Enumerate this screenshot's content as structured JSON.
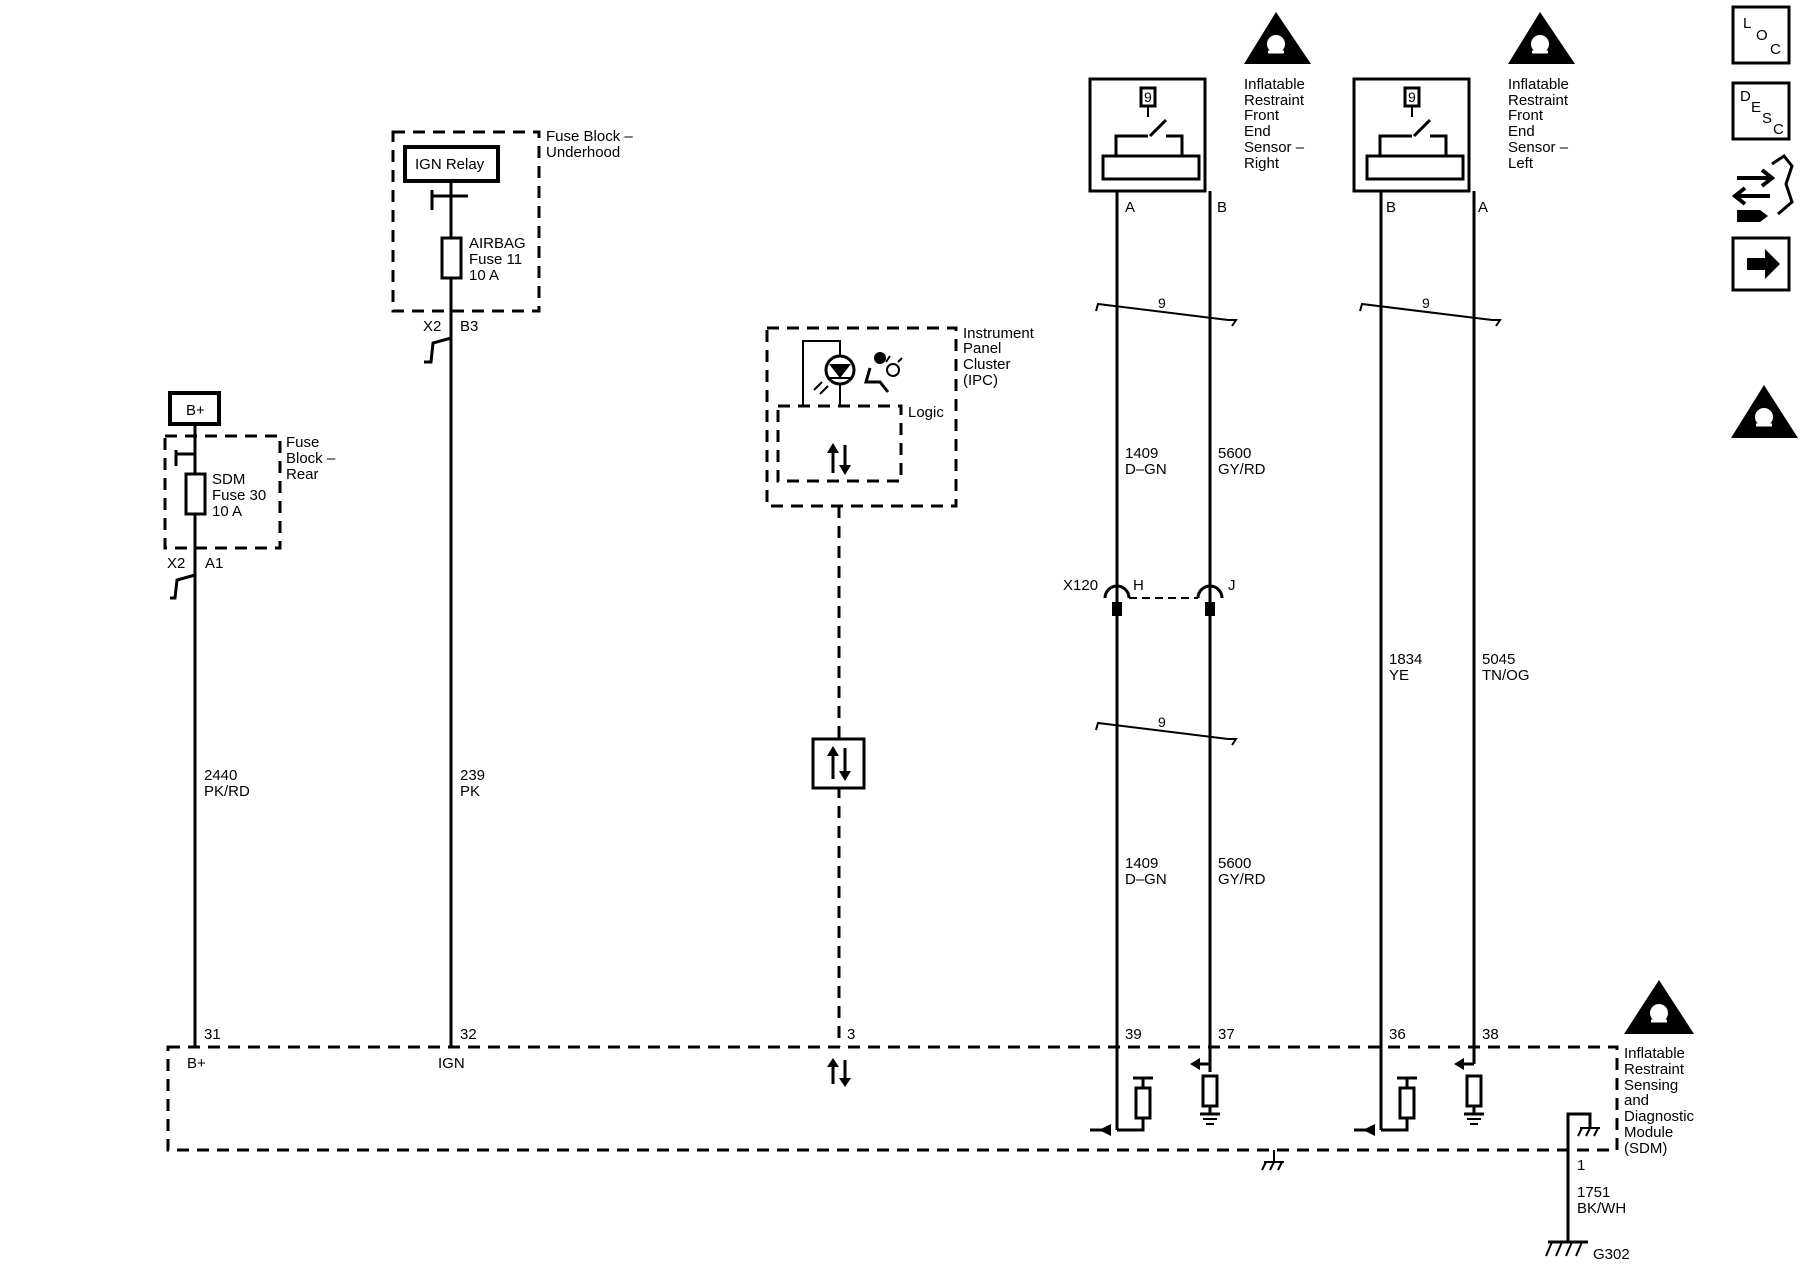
{
  "supplies": {
    "bplus": "B+",
    "ign_relay": "IGN Relay"
  },
  "fuse_block_rear": {
    "name": [
      "Fuse",
      "Block –",
      "Rear"
    ],
    "fuse": [
      "SDM",
      "Fuse 30",
      "10 A"
    ],
    "connector": "X2",
    "pin": "A1"
  },
  "fuse_block_underhood": {
    "name": [
      "Fuse Block –",
      "Underhood"
    ],
    "fuse": [
      "AIRBAG",
      "Fuse 11",
      "10 A"
    ],
    "connector": "X2",
    "pin": "B3"
  },
  "ipc": {
    "name": [
      "Instrument",
      "Panel",
      "Cluster",
      "(IPC)"
    ],
    "logic": "Logic"
  },
  "sensor_right": {
    "name": [
      "Inflatable",
      "Restraint",
      "Front",
      "End",
      "Sensor –",
      "Right"
    ],
    "badge": "9",
    "pin_a": "A",
    "pin_b": "B"
  },
  "sensor_left": {
    "name": [
      "Inflatable",
      "Restraint",
      "Front",
      "End",
      "Sensor –",
      "Left"
    ],
    "badge": "9",
    "pin_a": "A",
    "pin_b": "B"
  },
  "twist_label": "9",
  "connector_x120": {
    "name": "X120",
    "pin_h": "H",
    "pin_j": "J"
  },
  "wires": {
    "w2440": [
      "2440",
      "PK/RD"
    ],
    "w239": [
      "239",
      "PK"
    ],
    "w1409": [
      "1409",
      "D–GN"
    ],
    "w5600": [
      "5600",
      "GY/RD"
    ],
    "w1834": [
      "1834",
      "YE"
    ],
    "w5045": [
      "5045",
      "TN/OG"
    ],
    "w1751": [
      "1751",
      "BK/WH"
    ]
  },
  "sdm": {
    "name": [
      "Inflatable",
      "Restraint",
      "Sensing",
      "and",
      "Diagnostic",
      "Module",
      "(SDM)"
    ],
    "pins": {
      "p31": "31",
      "p32": "32",
      "p3": "3",
      "p39": "39",
      "p37": "37",
      "p36": "36",
      "p38": "38",
      "p1": "1"
    },
    "labels": {
      "bplus": "B+",
      "ign": "IGN"
    }
  },
  "ground": "G302",
  "side_nav": {
    "loc": [
      "L",
      "O",
      "C"
    ],
    "desc": [
      "D",
      "E",
      "S",
      "C"
    ]
  },
  "icons": [
    "loc-button-icon",
    "desc-button-icon",
    "connector-repair-icon",
    "next-page-arrow-icon",
    "airbag-warning-icon"
  ]
}
